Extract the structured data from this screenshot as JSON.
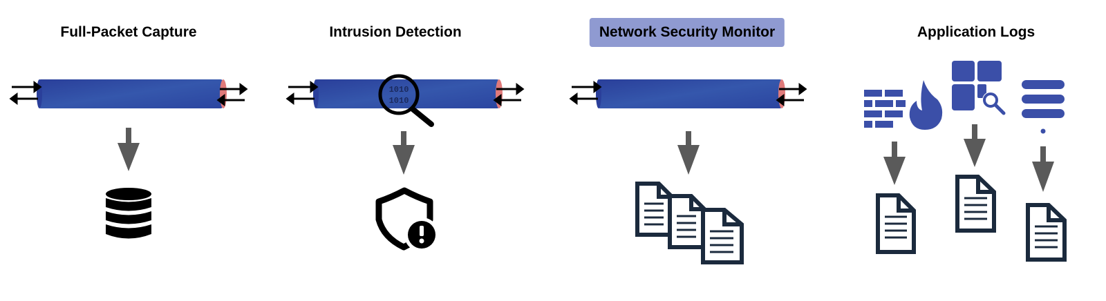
{
  "sections": [
    {
      "id": "fpc",
      "title": "Full-Packet Capture",
      "output": "database-icon"
    },
    {
      "id": "ids",
      "title": "Intrusion Detection",
      "output": "shield-alert-icon"
    },
    {
      "id": "nsm",
      "title": "Network Security Monitor",
      "highlighted": true,
      "output": "documents-icon"
    },
    {
      "id": "logs",
      "title": "Application Logs",
      "sources": [
        "firewall-icon",
        "dashboard-search-icon",
        "list-icon"
      ],
      "output": "document-icon"
    }
  ],
  "colors": {
    "pipe": "#2f4fa6",
    "pipe_end": "#e07a7a",
    "arrow": "#5a5a5a",
    "icon_dark": "#1b2a3d",
    "highlight": "#8f9ad1",
    "logo_blue": "#3b4fa8"
  }
}
